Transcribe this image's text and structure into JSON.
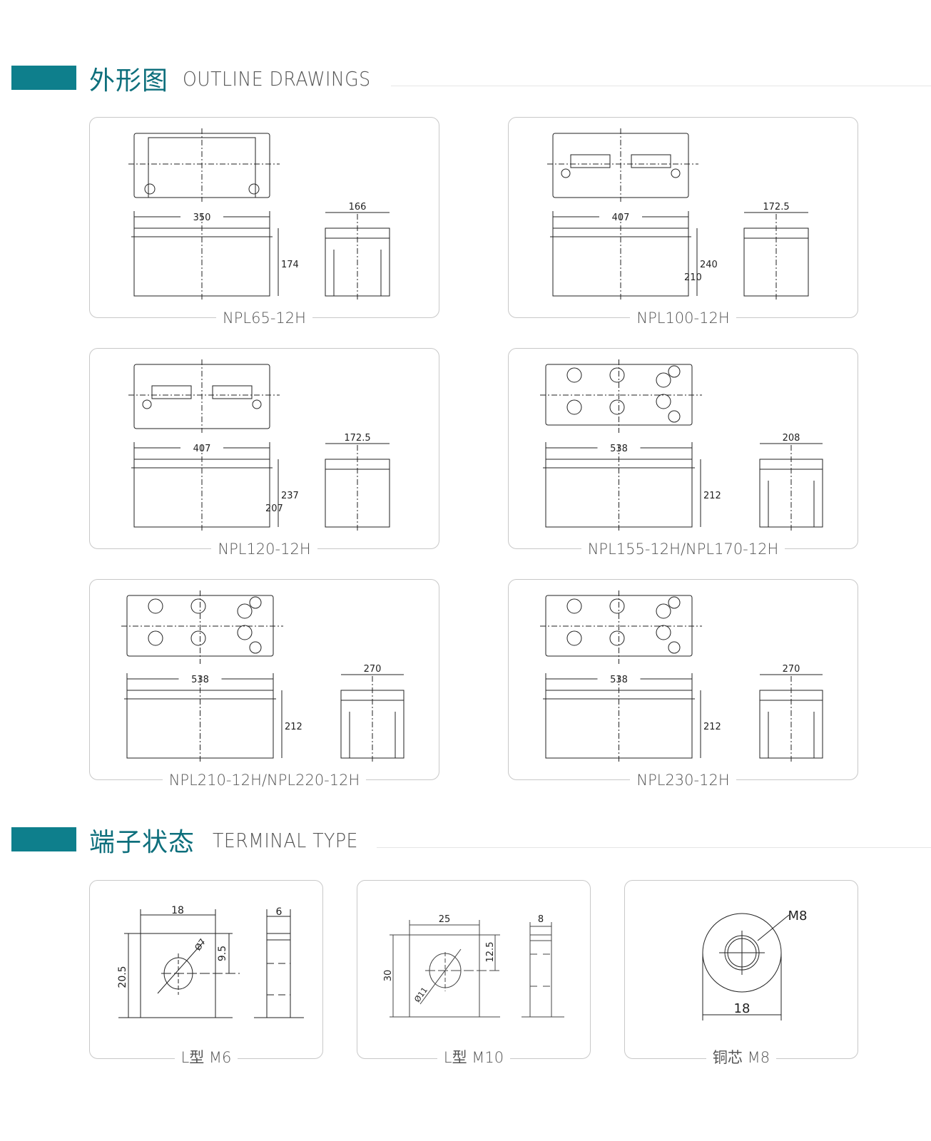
{
  "outline": {
    "title_cn": "外形图",
    "title_en": "OUTLINE DRAWINGS",
    "panels": [
      {
        "model": "NPL65-12H",
        "top_style": "terminal-box",
        "width": "350",
        "heights": [
          "174"
        ],
        "depth": "166"
      },
      {
        "model": "NPL100-12H",
        "top_style": "slots",
        "width": "407",
        "heights": [
          "240",
          "210"
        ],
        "depth": "172.5"
      },
      {
        "model": "NPL120-12H",
        "top_style": "slots",
        "width": "407",
        "heights": [
          "237",
          "207"
        ],
        "depth": "172.5"
      },
      {
        "model": "NPL155-12H/NPL170-12H",
        "top_style": "holes",
        "width": "538",
        "heights": [
          "212"
        ],
        "depth": "208"
      },
      {
        "model": "NPL210-12H/NPL220-12H",
        "top_style": "holes",
        "width": "538",
        "heights": [
          "212"
        ],
        "depth": "270"
      },
      {
        "model": "NPL230-12H",
        "top_style": "holes",
        "width": "538",
        "heights": [
          "212"
        ],
        "depth": "270"
      }
    ]
  },
  "terminal": {
    "title_cn": "端子状态",
    "title_en": "TERMINAL TYPE",
    "panels": [
      {
        "label": "L型 M6",
        "width": "18",
        "height": "20.5",
        "hole_center": "9.5",
        "hole_dia": "Ø7",
        "thickness": "6"
      },
      {
        "label": "L型 M10",
        "width": "25",
        "height": "30",
        "hole_center": "12.5",
        "hole_dia": "Ø11",
        "thickness": "8"
      },
      {
        "label": "铜芯 M8",
        "diameter": "18",
        "thread": "M8"
      }
    ]
  },
  "colors": {
    "accent": "#0e7f8c",
    "heading": "#0e6f7c",
    "border": "#c8c8c8"
  }
}
